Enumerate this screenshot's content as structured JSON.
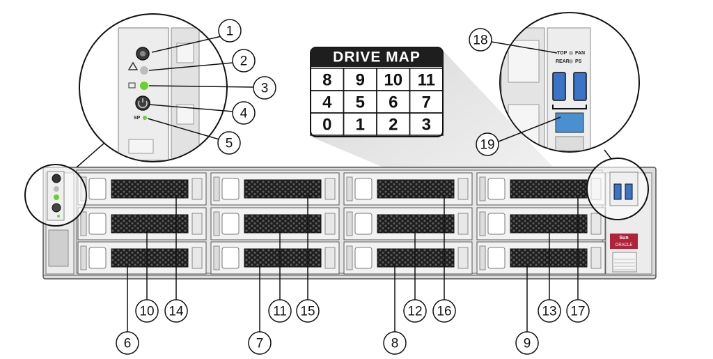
{
  "drive_map": {
    "title": "DRIVE MAP",
    "rows": [
      [
        "8",
        "9",
        "10",
        "11"
      ],
      [
        "4",
        "5",
        "6",
        "7"
      ],
      [
        "0",
        "1",
        "2",
        "3"
      ]
    ]
  },
  "callouts": [
    "1",
    "2",
    "3",
    "4",
    "5",
    "6",
    "7",
    "8",
    "9",
    "10",
    "11",
    "12",
    "13",
    "14",
    "15",
    "16",
    "17",
    "18",
    "19"
  ],
  "labels": {
    "top": "TOP",
    "fan": "FAN",
    "rear": "REAR",
    "ps": "PS",
    "sp": "SP",
    "sun": "Sun",
    "oracle": "ORACLE"
  },
  "colors": {
    "chassis": "#e8e8e8",
    "drive_grill": "#2b2b2b",
    "led_green": "#6ccf2a",
    "map_header": "#1e1e1e",
    "sun_red": "#b0243a"
  }
}
